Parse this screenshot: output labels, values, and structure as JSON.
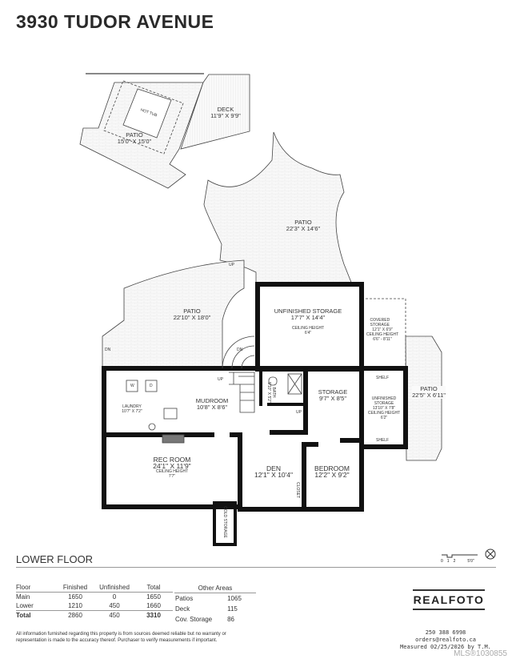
{
  "title": "3930 TUDOR AVENUE",
  "rooms": {
    "hot_tub": "HOT TUB",
    "patio_tub": {
      "name": "PATIO",
      "dims": "15'0\" X 15'0\""
    },
    "deck": {
      "name": "DECK",
      "dims": "11'9\" X 9'9\""
    },
    "patio_upper": {
      "name": "PATIO",
      "dims": "22'3\" X 14'6\""
    },
    "patio_left": {
      "name": "PATIO",
      "dims": "22'10\" X 18'0\""
    },
    "unfinished_storage_1": {
      "name": "UNFINISHED STORAGE",
      "dims": "17'7\" X 14'4\"",
      "ceiling_label": "CEILING HEIGHT",
      "ceiling": "6'4\""
    },
    "covered_storage": {
      "name": "COVERED STORAGE",
      "dims": "12'1\" X 6'9\"",
      "ceiling_label": "CEILING HEIGHT",
      "ceiling": "6'6\" - 8'11\""
    },
    "patio_right": {
      "name": "PATIO",
      "dims": "22'5\" X 6'11\""
    },
    "laundry": {
      "name": "LAUNDRY",
      "dims": "10'7\" X 7'2\""
    },
    "mudroom": {
      "name": "MUDROOM",
      "dims": "10'8\" X 8'6\""
    },
    "bath": {
      "name": "BATH",
      "dims": "5'10\" X 5'2\""
    },
    "storage": {
      "name": "STORAGE",
      "dims": "9'7\" X 8'5\""
    },
    "unfinished_storage_2": {
      "name": "UNFINISHED STORAGE",
      "dims": "13'10\" X 7'8\"",
      "ceiling_label": "CEILING HEIGHT",
      "ceiling": "6'2\""
    },
    "rec_room": {
      "name": "REC ROOM",
      "dims": "24'1\" X 11'9\"",
      "ceiling_label": "CEILING HEIGHT",
      "ceiling": "7'7\""
    },
    "den": {
      "name": "DEN",
      "dims": "12'1\" X 10'4\""
    },
    "bedroom": {
      "name": "BEDROOM",
      "dims": "12'2\" X 9'2\""
    },
    "closet": "CLOSET",
    "cold_storage": "COLD STORAGE",
    "shelf": "SHELF",
    "washer": "W",
    "dryer": "D",
    "up": "UP",
    "dn": "DN"
  },
  "scale": {
    "ticks": [
      "0",
      "1",
      "2",
      "5'0\""
    ]
  },
  "floor_name": "LOWER FLOOR",
  "areas": {
    "headers": [
      "Floor",
      "Finished",
      "Unfinished",
      "Total"
    ],
    "rows": [
      [
        "Main",
        "1650",
        "0",
        "1650"
      ],
      [
        "Lower",
        "1210",
        "450",
        "1660"
      ]
    ],
    "total": [
      "Total",
      "2860",
      "450",
      "3310"
    ]
  },
  "other_areas": {
    "header": "Other Areas",
    "rows": [
      [
        "Patios",
        "1065"
      ],
      [
        "Deck",
        "115"
      ],
      [
        "Cov. Storage",
        "86"
      ]
    ]
  },
  "disclaimer": "All information furnished regarding this property is from sources deemed reliable but no warranty or representation is made to the accuracy thereof. Purchaser to verify measurements if important.",
  "brand": {
    "name": "REALFOTO",
    "phone": "250 388 6998",
    "email": "orders@realfoto.ca",
    "measured": "Measured 02/25/2026 by T.M."
  },
  "mls": "MLS®1030855"
}
